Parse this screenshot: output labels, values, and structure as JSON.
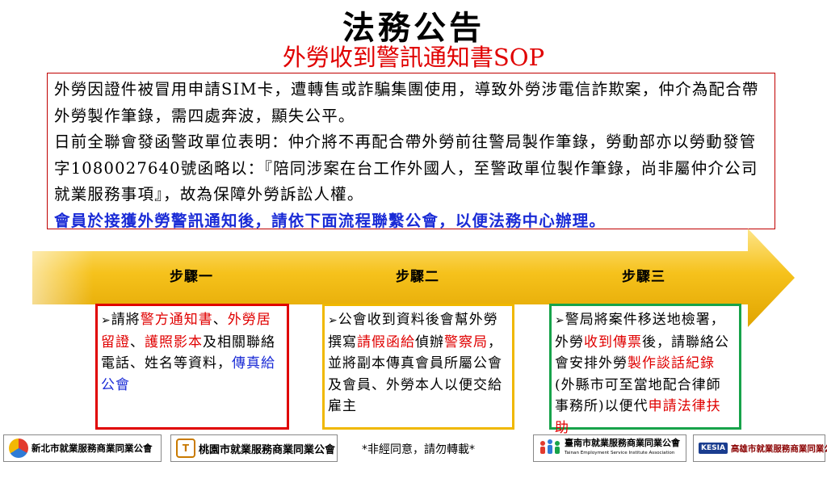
{
  "header": {
    "title": "法務公告",
    "subtitle": "外勞收到警訊通知書SOP"
  },
  "intro": {
    "p1": "外勞因證件被冒用申請SIM卡，遭轉售或詐騙集團使用，導致外勞涉電信詐欺案，仲介為配合帶外勞製作筆錄，需四處奔波，顯失公平。",
    "p2": "日前全聯會發函警政單位表明：仲介將不再配合帶外勞前往警局製作筆錄，勞動部亦以勞動發管字1080027640號函略以：『陪同涉案在台工作外國人，至警政單位製作筆錄，尚非屬仲介公司就業服務事項』，故為保障外勞訴訟人權。",
    "p3": "會員於接獲外勞警訊通知後，請依下面流程聯繫公會，以便法務中心辦理。"
  },
  "steps": {
    "s1": {
      "label": "步驟一",
      "t1": "請將",
      "t2": "警方通知書",
      "t3": "、",
      "t4": "外勞居留證",
      "t5": "、",
      "t6": "護照影本",
      "t7": "及相關聯絡電話、姓名等資料，",
      "t8": "傳真給公會"
    },
    "s2": {
      "label": "步驟二",
      "t1": "公會收到資料後會幫外勞撰寫",
      "t2": "請假函給",
      "t3": "偵辦",
      "t4": "警察局",
      "t5": "，並將副本傳真會員所屬公會及會員、外勞本人以便交給雇主"
    },
    "s3": {
      "label": "步驟三",
      "t1": "警局將案件移送地檢署，外勞",
      "t2": "收到傳票",
      "t3": "後，請聯絡公會安排外勞",
      "t4": "製作談話紀錄",
      "t5": "(外縣市可至當地配合律師事務所)以便代",
      "t6": "申請法律扶助"
    }
  },
  "footer": {
    "notice": "*非經同意，請勿轉載*",
    "logos": [
      {
        "name": "新北市就業服務商業同業公會",
        "icon": "globe-emblem-icon"
      },
      {
        "name": "桃園市就業服務商業同業公會",
        "mark": "T",
        "icon": "t-emblem-icon"
      },
      {
        "name": "臺南市就業服務商業同業公會",
        "sub": "Tainan Employment Service Institute Association",
        "icon": "people-emblem-icon"
      },
      {
        "name": "高雄市就業服務商業同業公會",
        "mark": "KESIA",
        "icon": "kesia-emblem-icon"
      }
    ]
  },
  "colors": {
    "red": "#e00000",
    "blue": "#1a2bd6",
    "arrow_gold": "#f3b400",
    "step1_border": "#e00000",
    "step2_border": "#f0b800",
    "step3_border": "#17a34a"
  }
}
